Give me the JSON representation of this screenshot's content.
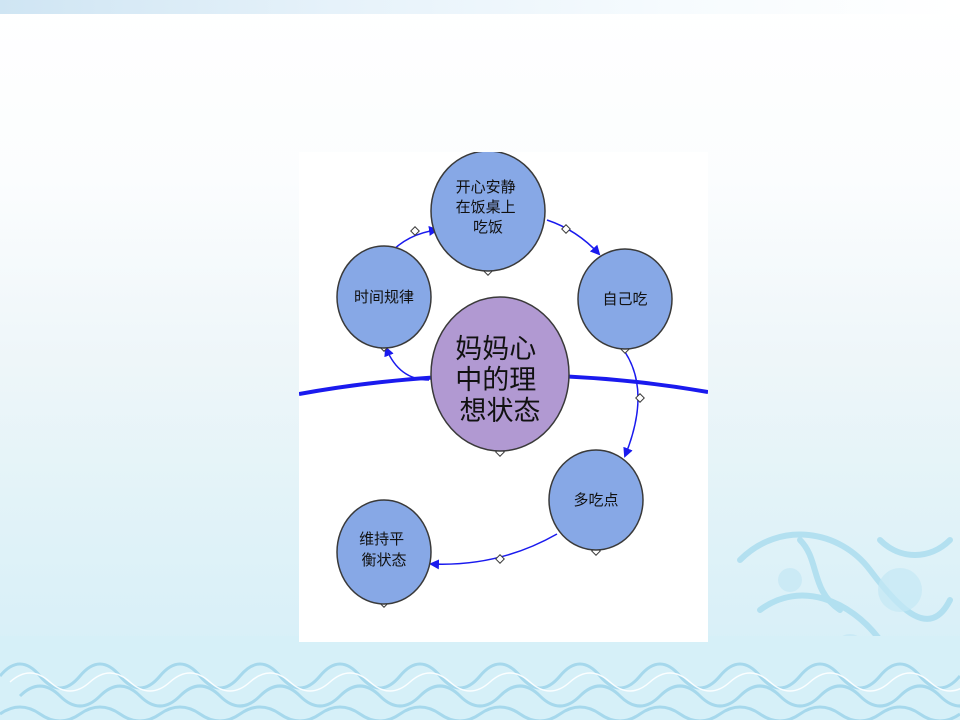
{
  "diagram": {
    "center": {
      "label_lines": [
        "妈妈心",
        "中的理",
        "想状态"
      ]
    },
    "nodes": [
      {
        "id": "n1",
        "label_lines": [
          "开心安静",
          "在饭桌上",
          "吃饭"
        ]
      },
      {
        "id": "n2",
        "label_lines": [
          "自己吃"
        ]
      },
      {
        "id": "n3",
        "label_lines": [
          "多吃点"
        ]
      },
      {
        "id": "n4",
        "label_lines": [
          "维持平",
          "衡状态"
        ]
      },
      {
        "id": "n5",
        "label_lines": [
          "时间规律"
        ]
      }
    ],
    "colors": {
      "node_fill": "#87a8e6",
      "center_fill": "#b199d2",
      "outline": "#3a3a3a",
      "arrow": "#1a1aee",
      "text": "#111111"
    }
  }
}
